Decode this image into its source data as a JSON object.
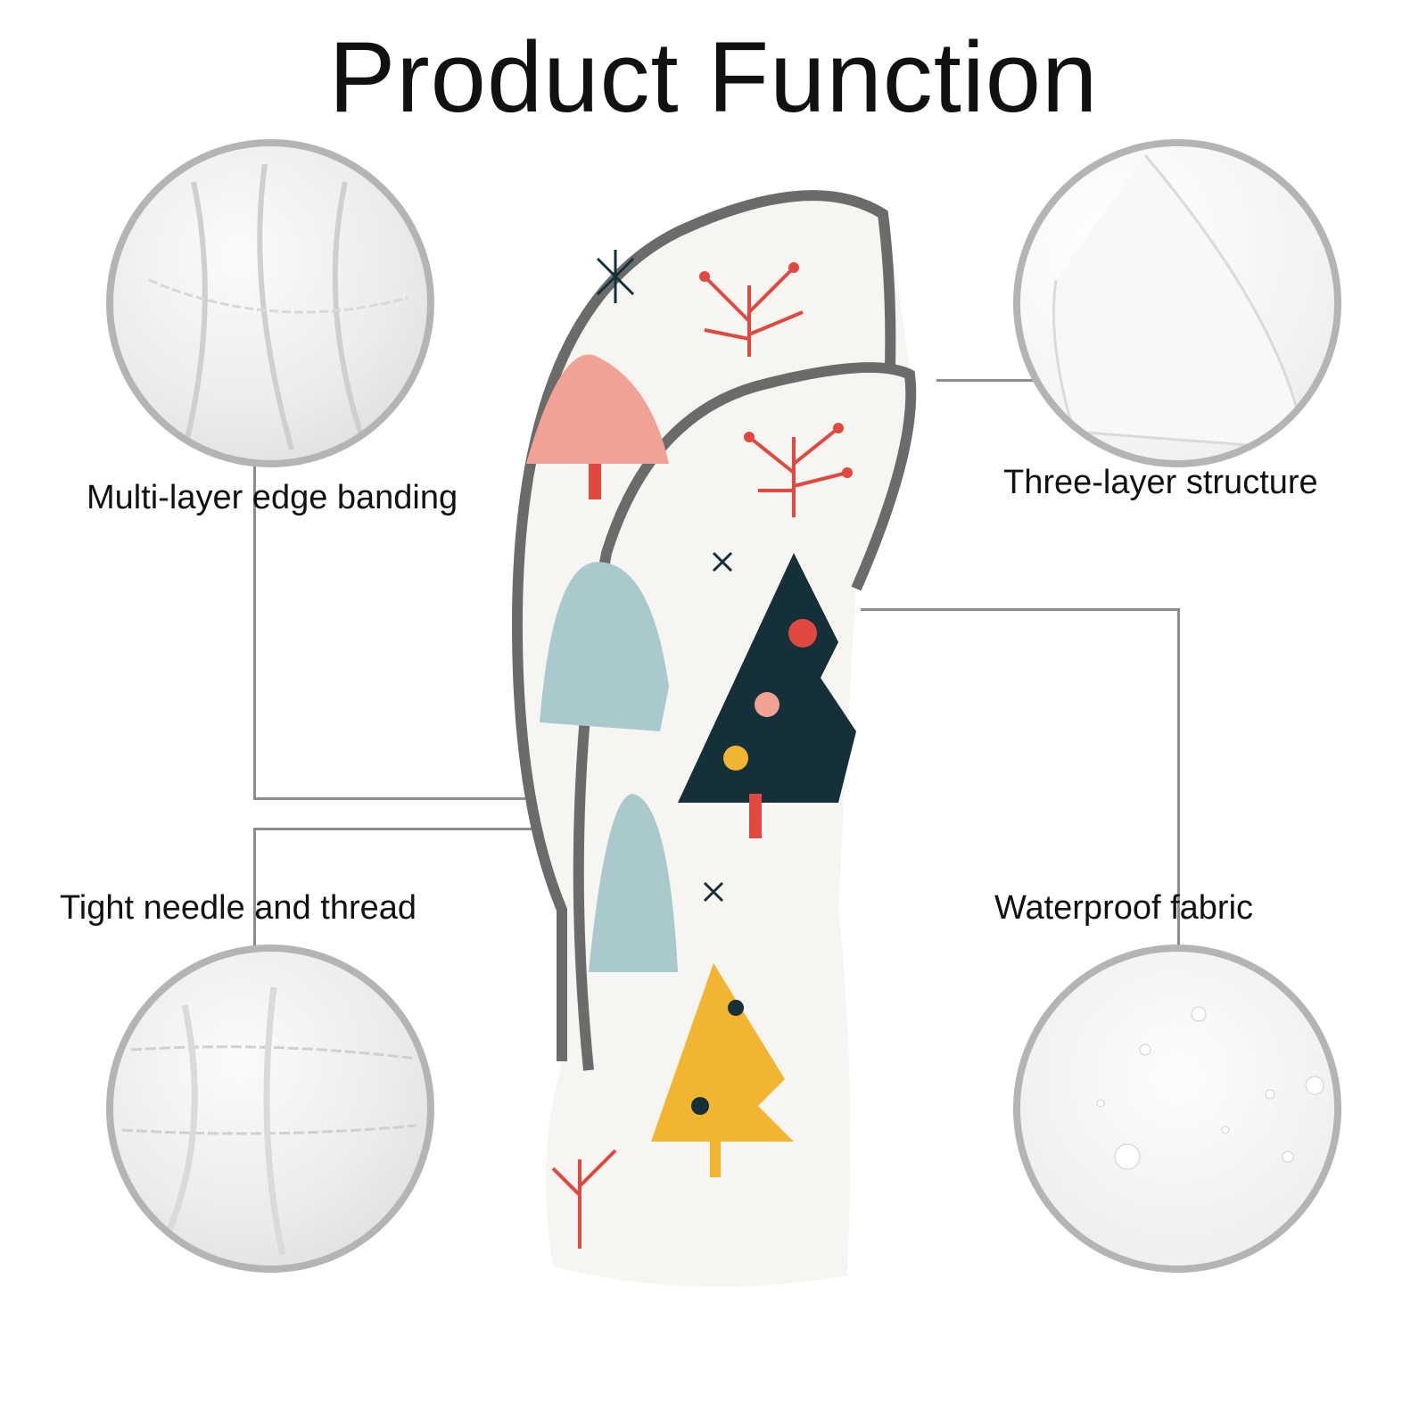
{
  "title": "Product Function",
  "features": [
    {
      "label": "Multi-layer edge banding"
    },
    {
      "label": "Three-layer structure"
    },
    {
      "label": "Tight needle and thread"
    },
    {
      "label": "Waterproof fabric"
    }
  ],
  "colors": {
    "border": "#b4b4b4",
    "line": "#8c8c8c",
    "piping": "#6b6b6b",
    "red": "#e0493f",
    "navy": "#16303a",
    "yellow": "#f2b531",
    "teal": "#a9c9cc",
    "pink": "#f0a394"
  }
}
